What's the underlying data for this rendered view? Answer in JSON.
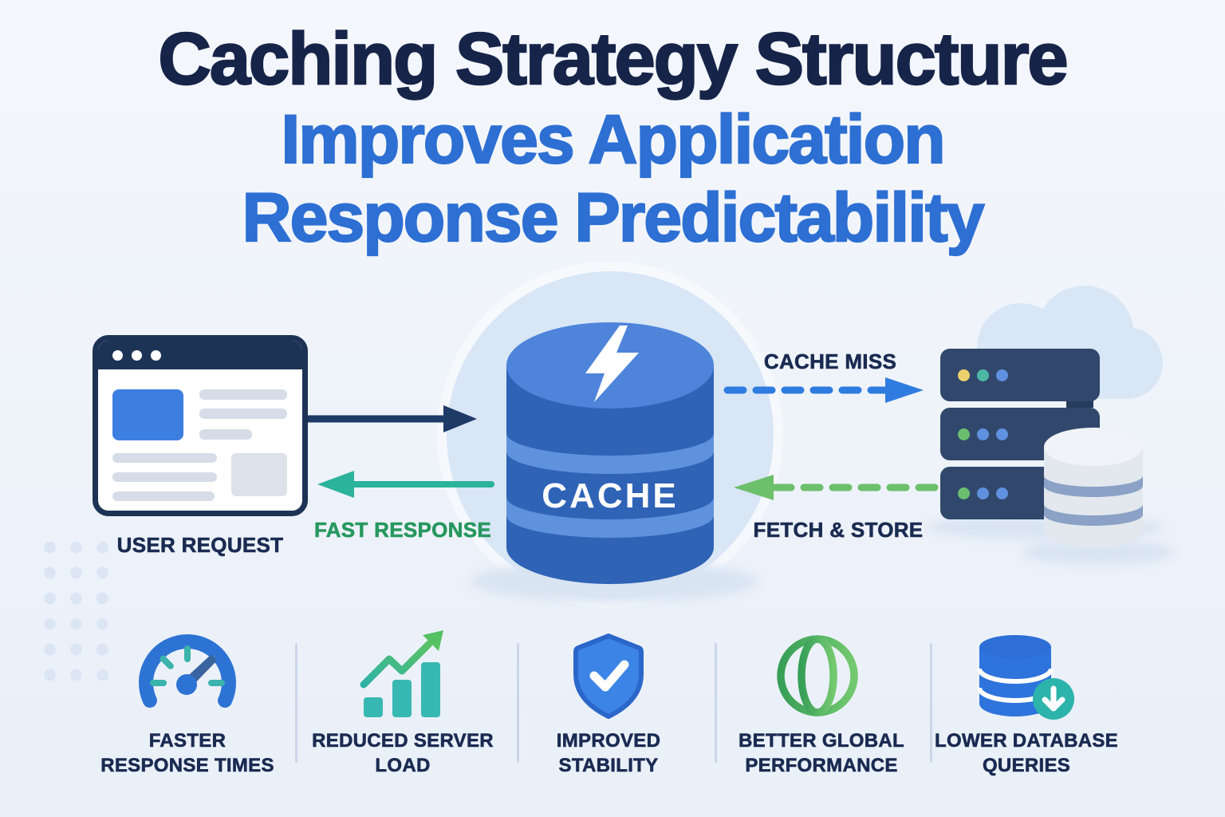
{
  "title": {
    "line1": "Caching Strategy Structure",
    "line2": "Improves Application",
    "line3": "Response Predictability"
  },
  "flow": {
    "user_request_label": "USER REQUEST",
    "cache_label": "CACHE",
    "fast_response_label": "FAST RESPONSE",
    "cache_miss_label": "CACHE MISS",
    "fetch_store_label": "FETCH & STORE"
  },
  "icons": {
    "user_node": "browser-window-icon",
    "cache_node": "cache-database-cylinder-icon",
    "cache_badge": "lightning-bolt-icon",
    "origin_node": "server-stack-icon",
    "origin_storage": "database-cylinder-gray-icon",
    "origin_cloud": "cloud-icon"
  },
  "benefits": [
    {
      "icon": "speedometer-icon",
      "lines": [
        "FASTER",
        "RESPONSE TIMES"
      ]
    },
    {
      "icon": "bar-chart-growth-icon",
      "lines": [
        "REDUCED SERVER",
        "LOAD"
      ]
    },
    {
      "icon": "shield-check-icon",
      "lines": [
        "IMPROVED",
        "STABILITY"
      ]
    },
    {
      "icon": "globe-icon",
      "lines": [
        "BETTER GLOBAL",
        "PERFORMANCE"
      ]
    },
    {
      "icon": "database-down-icon",
      "lines": [
        "LOWER DATABASE",
        "QUERIES"
      ]
    }
  ],
  "colors": {
    "background": "#eef3fa",
    "title_primary": "#172449",
    "title_accent": "#2d6fd3",
    "label_navy": "#1a2b52",
    "request_arrow": "#1e3a67",
    "fast_response_arrow": "#2bb39b",
    "fast_response_text": "#27985f",
    "cache_miss_arrow": "#2f7ce0",
    "fetch_store_arrow": "#6cbf6b",
    "cache_body": "#2e63b6",
    "cache_top": "#4e84da",
    "cache_band": "#5e92dc",
    "cache_halo": "#d8e6f6",
    "server_body": "#31486c",
    "server_leds": [
      "#ecd06e",
      "#4cb8a4",
      "#6090e0",
      "#69bf6f"
    ],
    "cloud": "#d8e6f6",
    "benefit_teal": "#38b8b2",
    "benefit_blue": "#2d73d4",
    "benefit_green": "#55c162",
    "shield_blue": "#3d84e7",
    "db_blue": "#2f74dd",
    "badge_teal": "#2cb3ab"
  }
}
